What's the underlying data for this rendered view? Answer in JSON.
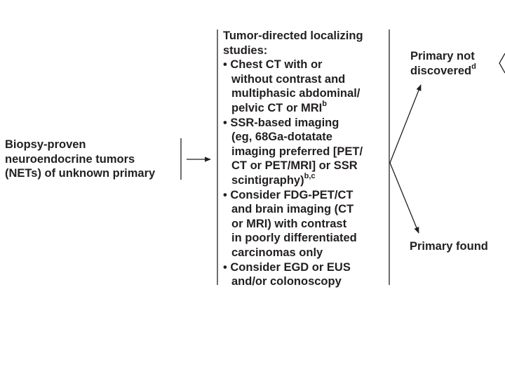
{
  "start_node": {
    "lines": [
      "Biopsy-proven",
      "neuroendocrine tumors",
      "(NETs) of unknown primary"
    ]
  },
  "studies_node": {
    "heading": [
      "Tumor-directed localizing",
      "studies:"
    ],
    "bullet_glyph": "•",
    "item1": {
      "first": "Chest CT with or",
      "rest": [
        "without contrast and",
        "multiphasic abdominal/",
        "pelvic CT or MRI"
      ],
      "sup": "b"
    },
    "item2": {
      "first": "SSR-based imaging",
      "rest": [
        "(eg, 68Ga-dotatate",
        "imaging preferred [PET/",
        "CT or PET/MRI] or SSR",
        "scintigraphy)"
      ],
      "sup": "b,c"
    },
    "item3": {
      "first": "Consider FDG-PET/CT",
      "rest": [
        "and brain imaging (CT",
        "or MRI) with contrast",
        "in poorly differentiated",
        "carcinomas only"
      ]
    },
    "item4": {
      "first": "Consider EGD or EUS",
      "rest": [
        "and/or colonoscopy"
      ]
    }
  },
  "outcome_not_discovered": {
    "lines": [
      "Primary not",
      "discovered"
    ],
    "sup": "d"
  },
  "outcome_found": {
    "label": "Primary found"
  }
}
